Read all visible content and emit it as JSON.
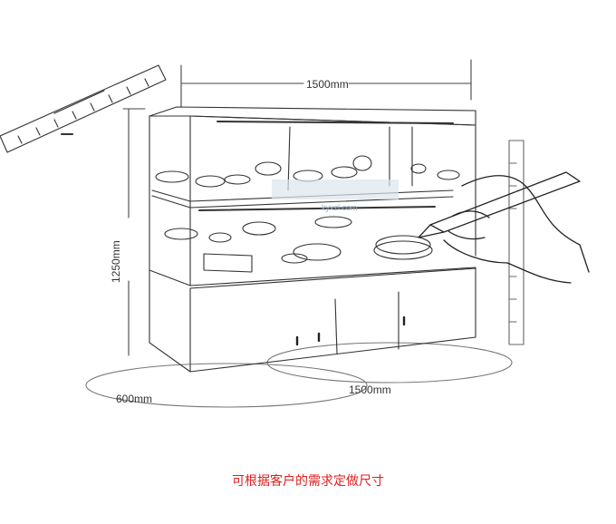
{
  "dimensions": {
    "top_width": "1500mm",
    "height": "1250mm",
    "depth": "600mm",
    "bottom_width": "1500mm"
  },
  "caption": "可根据客户的需求定做尺寸",
  "watermark": {
    "url": "kyxzl.com"
  },
  "colors": {
    "line": "#333333",
    "caption": "#e01e1e",
    "watermark": "#8fa6b8"
  }
}
